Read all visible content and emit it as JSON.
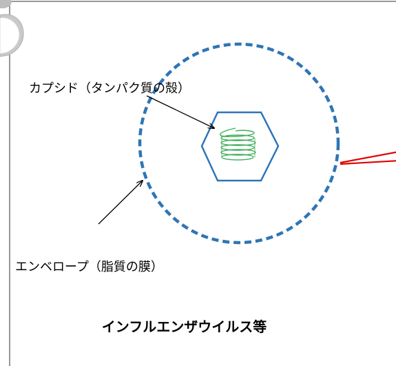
{
  "labels": {
    "capsid": "カプシド（タンパク質の殻）",
    "envelope": "エンベロープ（脂質の膜）",
    "caption": "インフルエンザウイルス等"
  },
  "colors": {
    "envelope_stroke": "#2e75b6",
    "capsid_stroke": "#2e75b6",
    "genome_coil": "#3fae5a",
    "callout_line": "#e00000",
    "panel_border": "#555555",
    "background": "#ffffff"
  }
}
